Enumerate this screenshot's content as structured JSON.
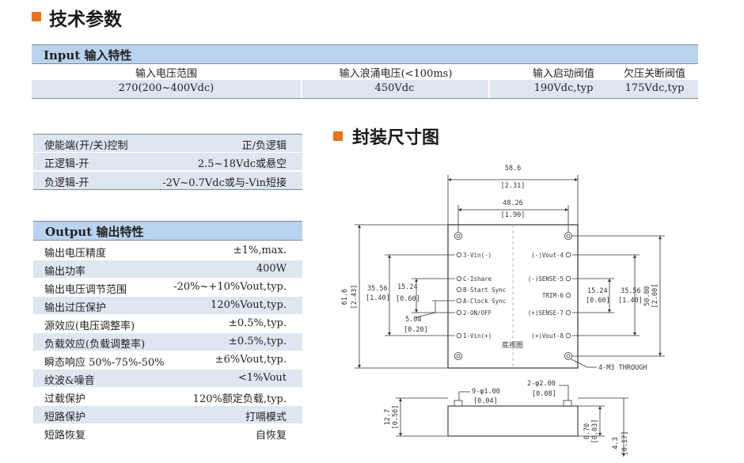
{
  "section_title": "技术参数",
  "input": {
    "title": "Input 输入特性",
    "headers": [
      "输入电压范围",
      "输入浪涌电压(<100ms)",
      "输入启动阀值",
      "欠压关断阀值"
    ],
    "values": [
      "270(200~400Vdc)",
      "450Vdc",
      "190Vdc,typ",
      "175Vdc,typ"
    ]
  },
  "enable": [
    {
      "label": "使能端(开/关)控制",
      "value": "正/负逻辑"
    },
    {
      "label": "正逻辑-开",
      "value": "2.5~18Vdc或悬空"
    },
    {
      "label": "负逻辑-开",
      "value": "-2V~0.7Vdc或与-Vin短接"
    }
  ],
  "output": {
    "title": "Output 输出特性",
    "rows": [
      {
        "label": "输出电压精度",
        "value": "±1%,max."
      },
      {
        "label": "输出功率",
        "value": "400W"
      },
      {
        "label": "输出电压调节范围",
        "value": "-20%~+10%Vout,typ."
      },
      {
        "label": "输出过压保护",
        "value": "120%Vout,typ."
      },
      {
        "label": "源效应(电压调整率)",
        "value": "±0.5%,typ."
      },
      {
        "label": "负载效应(负载调整率)",
        "value": "±0.5%,typ."
      },
      {
        "label": "瞬态响应 50%-75%-50%",
        "value": "±6%Vout,typ."
      },
      {
        "label": "纹波&噪音",
        "value": "<1%Vout"
      },
      {
        "label": "过载保护",
        "value": "120%额定负载,typ."
      },
      {
        "label": "短路保护",
        "value": "打嗝模式"
      },
      {
        "label": "短路恢复",
        "value": "自恢复"
      }
    ]
  },
  "package": {
    "title": "封装尺寸图",
    "width_total": "58.6",
    "width_total_in": "[2.31]",
    "width_holes": "48.26",
    "width_holes_in": "[1.90]",
    "height_total": "61.6",
    "height_total_in": "[2.43]",
    "height_holes": "50.80",
    "height_holes_in": "[2.00]",
    "left_pins_span": "35.56",
    "left_pins_span_in": "[1.40]",
    "left_mid_span": "15.24",
    "left_mid_span_in": "[0.60]",
    "left_pitch": "5.08",
    "left_pitch_in": "[0.20]",
    "right_mid_span": "15.24",
    "right_mid_span_in": "[0.60]",
    "right_pins_span": "35.56",
    "right_pins_span_in": "[1.40]",
    "pins_left": [
      "3-Vin(-)",
      "C-Ishare",
      "B-Start Sync",
      "A-Clock Sync",
      "2-ON/OFF",
      "1-Vin(+)"
    ],
    "pins_right": [
      "(-)Vout-4",
      "(-)SENSE-5",
      "TRIM-6",
      "(+)SENSE-7",
      "(+)Vout-8"
    ],
    "bottom_view": "底视图",
    "mount": "4-M3 THROUGH",
    "pin_small": "9-φ1.00",
    "pin_small_in": "[0.04]",
    "pin_large": "2-φ2.00",
    "pin_large_in": "[0.08]",
    "side_height": "12.7",
    "side_height_in": "[0.50]",
    "standoff": "0.70",
    "standoff_in": "[0.03]",
    "pin_len": "4.3",
    "pin_len_in": "[0.17]"
  }
}
